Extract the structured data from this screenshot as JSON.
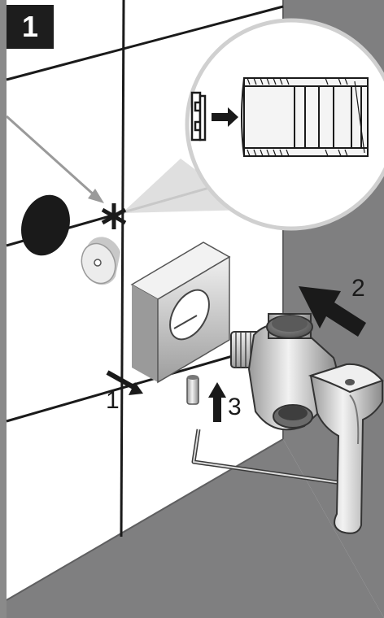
{
  "step": {
    "number": "1"
  },
  "callouts": {
    "one": "1",
    "two": "2",
    "three": "3"
  },
  "colors": {
    "wall": "#ffffff",
    "floor": "#7f7f80",
    "floor_edge": "#5f5f60",
    "ink": "#1a1a1a",
    "metal": "#d4d4d4",
    "metal_dark": "#8e8e8e",
    "badge_bg": "#1d1d1d"
  },
  "icons": [
    "asterisk-icon",
    "arrow-icon"
  ]
}
